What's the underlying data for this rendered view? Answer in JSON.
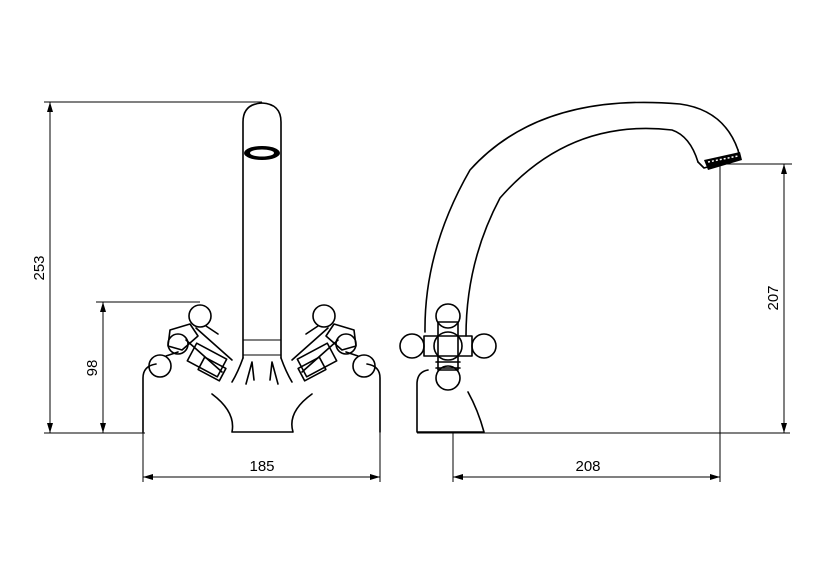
{
  "dimensions": {
    "total_height": "253",
    "handle_height": "98",
    "base_width": "185",
    "spout_reach": "208",
    "spout_height": "207"
  },
  "colors": {
    "line": "#000000",
    "background": "#ffffff"
  }
}
